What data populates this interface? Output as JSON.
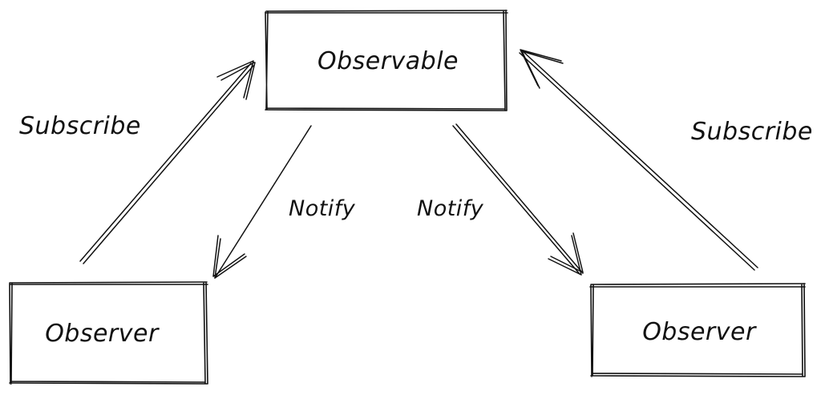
{
  "diagram": {
    "nodes": {
      "observable": {
        "label": "Observable"
      },
      "observer_left": {
        "label": "Observer"
      },
      "observer_right": {
        "label": "Observer"
      }
    },
    "edges": {
      "subscribe_left": {
        "label": "Subscribe"
      },
      "notify_left": {
        "label": "Notify"
      },
      "notify_right": {
        "label": "Notify"
      },
      "subscribe_right": {
        "label": "Subscribe"
      }
    },
    "colors": {
      "stroke": "#111111",
      "background": "#ffffff"
    }
  }
}
